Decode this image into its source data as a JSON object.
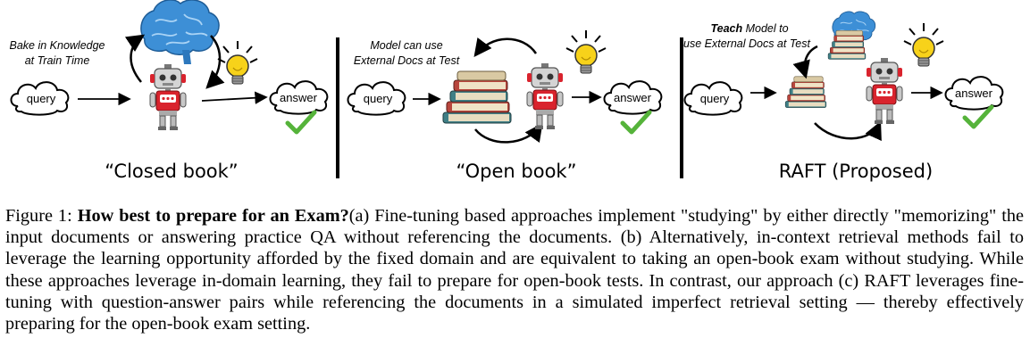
{
  "panels": {
    "closed": {
      "note_line1": "Bake in Knowledge",
      "note_line2": "at Train Time",
      "query": "query",
      "answer": "answer",
      "title": "“Closed book”"
    },
    "open": {
      "note_line1": "Model can use",
      "note_line2": "External Docs at Test",
      "query": "query",
      "answer": "answer",
      "title": "“Open book”"
    },
    "raft": {
      "note_bold": "Teach",
      "note_line1_rest": " Model to",
      "note_line2": "use External Docs at Test",
      "query": "query",
      "answer": "answer",
      "title": "RAFT (Proposed)"
    }
  },
  "caption": {
    "label": "Figure 1: ",
    "bold": "How best to prepare for an Exam?",
    "text": "(a) Fine-tuning based approaches implement \"studying\" by either directly \"memorizing\" the input documents or answering practice QA without referencing the documents. (b) Alternatively, in-context retrieval methods fail to leverage the learning opportunity afforded by the fixed domain and are equivalent to taking an open-book exam without studying. While these approaches leverage in-domain learning, they fail to prepare for open-book tests. In contrast, our approach (c) RAFT leverages fine-tuning with question-answer pairs while referencing the documents in a simulated imperfect retrieval setting — thereby effectively preparing for the open-book exam setting."
  },
  "colors": {
    "brain": "#3d8fd6",
    "bulb": "#f7d21a",
    "check": "#55b33a",
    "robot_red": "#d9232d",
    "robot_gray": "#c8c8c8",
    "book_red": "#b8463d",
    "book_teal": "#3f7f86",
    "book_tan": "#d9c9a3"
  }
}
